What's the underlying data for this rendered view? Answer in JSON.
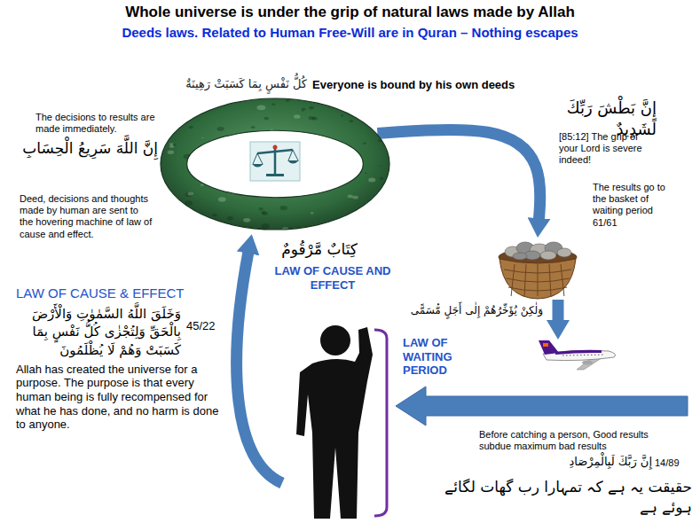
{
  "diagram": {
    "title": "Whole universe is under the grip of natural laws made by Allah",
    "nodes": [
      {
        "text": [
          "كِتَابٌ مَّرْقُومٌ",
          "LAW OF CAUSE AND EFFECT"
        ]
      },
      {
        "text": [
          "The results go to the basket of waiting period 61/61"
        ]
      },
      {
        "text": [
          "LAW OF WAITING PERIOD"
        ]
      }
    ],
    "edges": [
      {
        "from": 0,
        "to": 1,
        "arrow": "to"
      },
      {
        "from": 1,
        "to": 2,
        "arrow": "to"
      }
    ],
    "labels": [
      "Deeds laws. Related to Human Free-Will are in Quran – Nothing escapes",
      "كُلُّ نَفْسٍ بِمَا كَسَبَتْ رَهِينَةٌ",
      "Everyone is bound by his own deeds",
      "The decisions to results are made immediately.",
      "إِنَّ اللَّهَ سَرِيعُ الْحِسَابِ",
      "Deed, decisions and thoughts made by human are sent to the hovering machine of law of cause and effect.",
      "LAW OF CAUSE & EFFECT",
      "وَخَلَقَ اللَّهُ السَّمٰوٰتِ وَالْأَرْضَ بِالْحَقِّ وَلِتُجْزٰى كُلُّ نَفْسٍ بِمَا كَسَبَتْ وَهُمْ لَا يُظْلَمُونَ",
      "45/22",
      "Allah has created the universe for a purpose. The purpose is that every human being is fully recompensed for what he has done, and no harm is done to anyone.",
      "إِنَّ بَطْشَ رَبِّكَ لَشَدِيدٌ",
      "[85:12] The grip of your Lord is severe indeed!",
      "وَلٰكِنْ يُؤَخِّرُهُمْ إِلٰى أَجَلٍ مُّسَمًّى",
      "Before catching a person, Good results subdue maximum bad results",
      "14/89",
      "إِنَّ رَبَّكَ لَبِالْمِرْصَادِ",
      "حقیقت یہ ہے کہ تمہارا رب گھات لگائے ہوئے ہے"
    ]
  }
}
